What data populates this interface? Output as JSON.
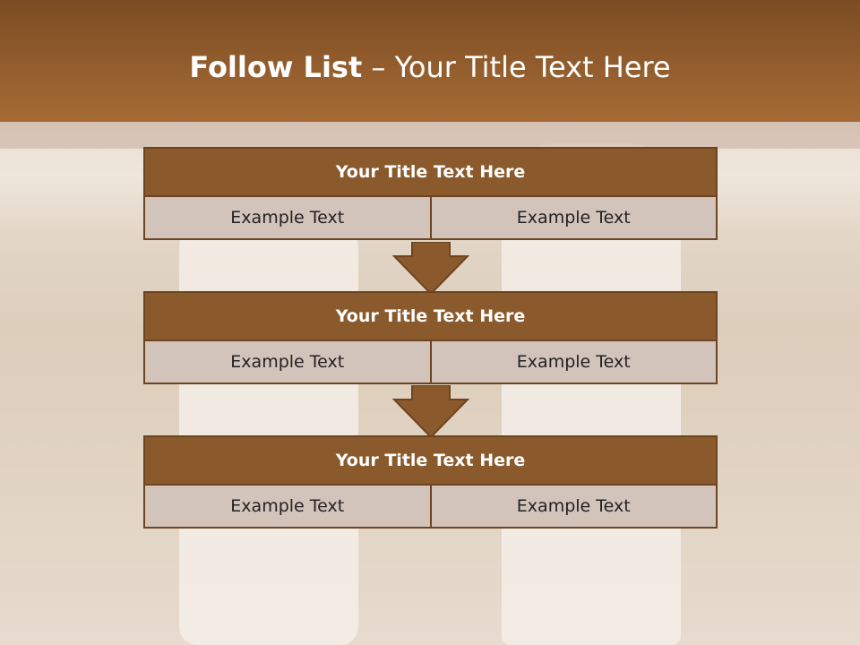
{
  "title": {
    "bold": "Follow List",
    "rest": "– Your Title Text Here"
  },
  "blocks": [
    {
      "title": "Your Title Text Here",
      "left": "Example Text",
      "right": "Example Text"
    },
    {
      "title": "Your Title Text Here",
      "left": "Example Text",
      "right": "Example Text"
    },
    {
      "title": "Your Title Text Here",
      "left": "Example Text",
      "right": "Example Text"
    }
  ],
  "colors": {
    "header": "#a66b35",
    "block_title": "#8a5a2c",
    "cell": "#d2c4bb",
    "border": "#6d4420"
  }
}
